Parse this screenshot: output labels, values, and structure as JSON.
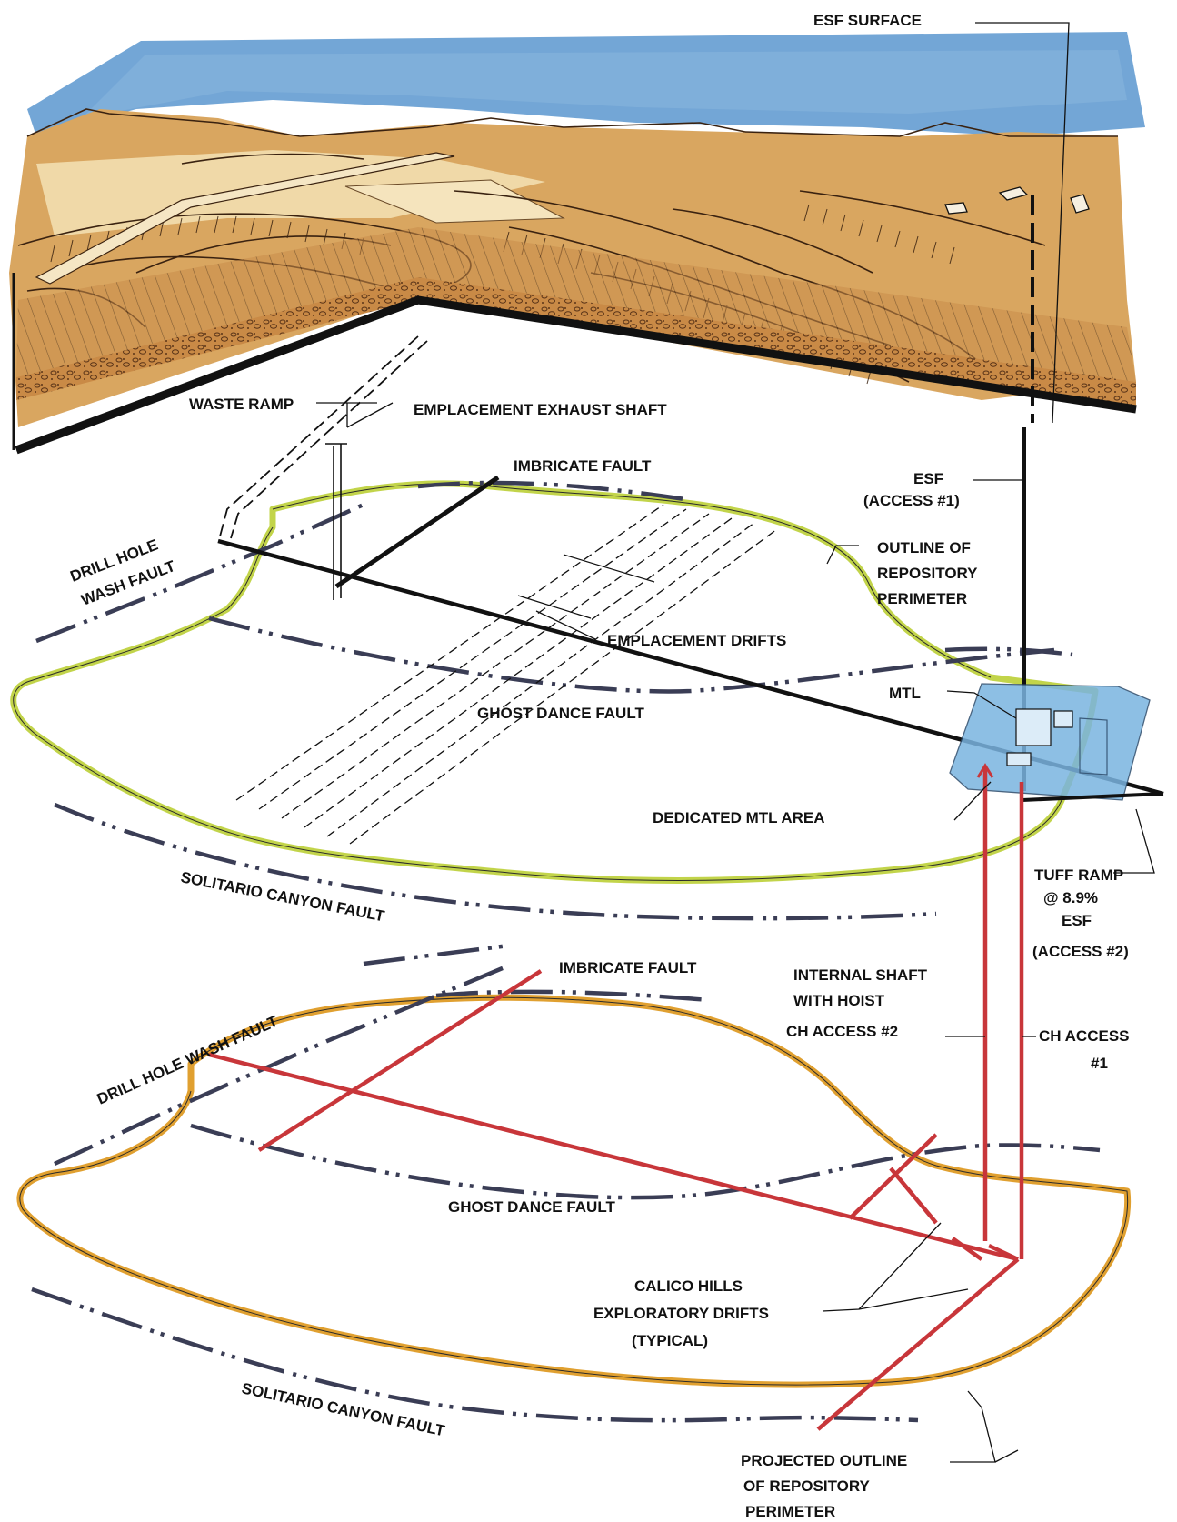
{
  "colors": {
    "sky": "#5a96cf",
    "terrain": "#c78a45",
    "terrain_dark": "#8a5428",
    "repository_upper": "#c2d44a",
    "repository_lower": "#e0a030",
    "ch_drifts": "#c8363a",
    "fault": "#3a3d55",
    "mtl_area": "#7ab4e0",
    "leader": "#111111"
  },
  "labels": {
    "esf_surface": "ESF SURFACE",
    "waste_ramp": "WASTE RAMP",
    "emplacement_exhaust_shaft": "EMPLACEMENT EXHAUST SHAFT",
    "imbricate_fault_upper": "IMBRICATE FAULT",
    "esf_access1_line1": "ESF",
    "esf_access1_line2": "(ACCESS #1)",
    "drill_hole_upper_line1": "DRILL HOLE",
    "drill_hole_upper_line2": "WASH FAULT",
    "outline_upper_line1": "OUTLINE OF",
    "outline_upper_line2": "REPOSITORY",
    "outline_upper_line3": "PERIMETER",
    "emplacement_drifts": "EMPLACEMENT DRIFTS",
    "mtl": "MTL",
    "ghost_dance_upper": "GHOST DANCE FAULT",
    "dedicated_mtl_area": "DEDICATED MTL AREA",
    "solitario_upper": "SOLITARIO CANYON FAULT",
    "tuff_ramp_line1": "TUFF RAMP",
    "tuff_ramp_line2": "@ 8.9%",
    "tuff_ramp_line3": "ESF",
    "tuff_ramp_line4": "(ACCESS #2)",
    "imbricate_fault_lower": "IMBRICATE FAULT",
    "internal_shaft_line1": "INTERNAL SHAFT",
    "internal_shaft_line2": "WITH HOIST",
    "internal_shaft_line3": "CH ACCESS #2",
    "ch_access1_line1": "CH ACCESS",
    "ch_access1_line2": "#1",
    "drill_hole_lower": "DRILL HOLE WASH FAULT",
    "ghost_dance_lower": "GHOST DANCE FAULT",
    "calico_line1": "CALICO HILLS",
    "calico_line2": "EXPLORATORY DRIFTS",
    "calico_line3": "(TYPICAL)",
    "solitario_lower": "SOLITARIO CANYON FAULT",
    "projected_line1": "PROJECTED OUTLINE",
    "projected_line2": "OF REPOSITORY",
    "projected_line3": "PERIMETER"
  }
}
